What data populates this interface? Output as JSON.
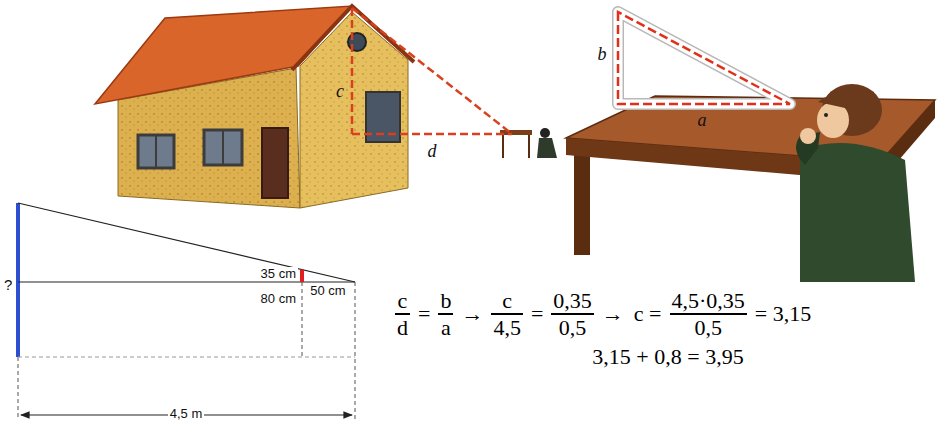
{
  "diagram": {
    "labels": [
      "c",
      "d",
      "b",
      "a",
      "?",
      "35 cm",
      "80 cm",
      "50 cm",
      "4,5 m",
      "c",
      "d",
      "=",
      "b",
      "a",
      "→",
      "c",
      "4,5",
      "=",
      "0,35",
      "0,5",
      "→",
      "c =",
      "4,5·0,35",
      "0,5",
      "= 3,15",
      "3,15 + 0,8 = 3,95"
    ]
  }
}
